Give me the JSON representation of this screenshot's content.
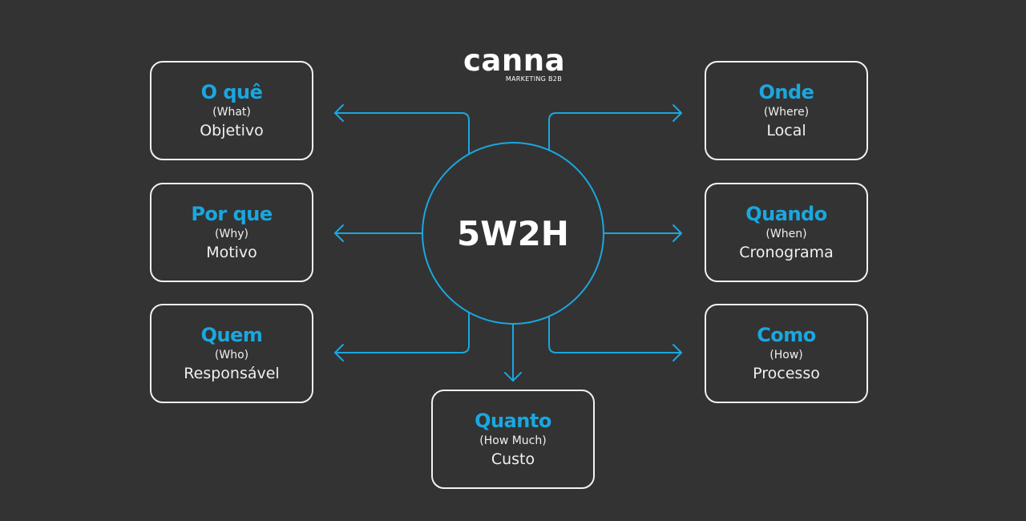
{
  "logo": {
    "name": "canna",
    "tagline": "MARKETING B2B"
  },
  "center": {
    "label": "5W2H"
  },
  "colors": {
    "accent": "#1aa7df",
    "background": "#333333",
    "text": "#ffffff",
    "border": "#f2f2f2"
  },
  "boxes": [
    {
      "id": "what",
      "title": "O quê",
      "english": "(What)",
      "meaning": "Objetivo"
    },
    {
      "id": "why",
      "title": "Por que",
      "english": "(Why)",
      "meaning": "Motivo"
    },
    {
      "id": "who",
      "title": "Quem",
      "english": "(Who)",
      "meaning": "Responsável"
    },
    {
      "id": "where",
      "title": "Onde",
      "english": "(Where)",
      "meaning": "Local"
    },
    {
      "id": "when",
      "title": "Quando",
      "english": "(When)",
      "meaning": "Cronograma"
    },
    {
      "id": "how",
      "title": "Como",
      "english": "(How)",
      "meaning": "Processo"
    },
    {
      "id": "how-much",
      "title": "Quanto",
      "english": "(How Much)",
      "meaning": "Custo"
    }
  ]
}
